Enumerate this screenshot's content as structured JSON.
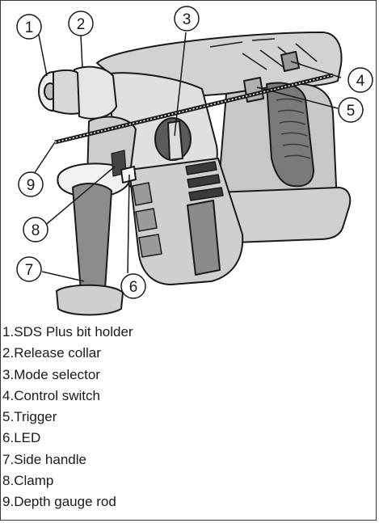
{
  "callouts": [
    {
      "number": "1"
    },
    {
      "number": "2"
    },
    {
      "number": "3"
    },
    {
      "number": "4"
    },
    {
      "number": "5"
    },
    {
      "number": "6"
    },
    {
      "number": "7"
    },
    {
      "number": "8"
    },
    {
      "number": "9"
    }
  ],
  "legend": [
    {
      "number": "1.",
      "label": "SDS Plus bit holder"
    },
    {
      "number": "2.",
      "label": "Release collar"
    },
    {
      "number": "3.",
      "label": "Mode selector"
    },
    {
      "number": "4.",
      "label": "Control switch"
    },
    {
      "number": "5.",
      "label": "Trigger"
    },
    {
      "number": "6.",
      "label": "LED"
    },
    {
      "number": "7.",
      "label": "Side handle"
    },
    {
      "number": "8.",
      "label": "Clamp"
    },
    {
      "number": "9.",
      "label": "Depth gauge rod"
    }
  ],
  "colors": {
    "line": "#1a1a1a",
    "body_light": "#d9d9d9",
    "body_mid": "#a8a8a8",
    "body_dark": "#6b6b6b",
    "background": "#ffffff"
  }
}
